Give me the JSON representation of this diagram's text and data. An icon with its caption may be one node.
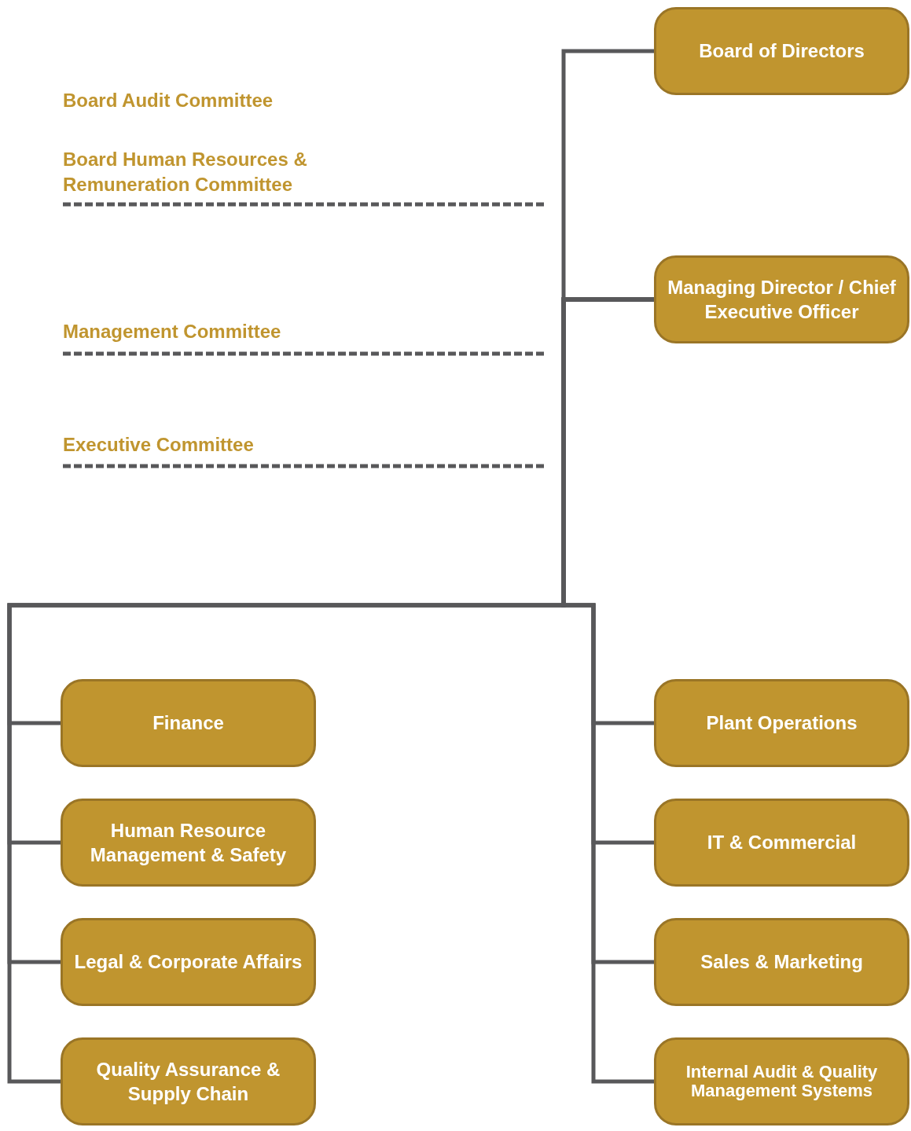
{
  "diagram": {
    "nodes": [
      {
        "text": [
          "Board of Directors"
        ]
      },
      {
        "text": [
          "Managing Director / Chief Executive Officer"
        ]
      },
      {
        "text": [
          "Finance"
        ]
      },
      {
        "text": [
          "Plant Operations"
        ]
      },
      {
        "text": [
          "Human Resource Management & Safety"
        ]
      },
      {
        "text": [
          "IT & Commercial"
        ]
      },
      {
        "text": [
          "Legal & Corporate Affairs"
        ]
      },
      {
        "text": [
          "Sales & Marketing"
        ]
      },
      {
        "text": [
          "Quality Assurance & Supply Chain"
        ]
      },
      {
        "text": [
          "Internal Audit & Quality Management Systems"
        ]
      }
    ],
    "edges": [
      {
        "from": 0,
        "to": 1,
        "arrow": "none"
      },
      {
        "from": 1,
        "to": 2,
        "arrow": "none"
      },
      {
        "from": 1,
        "to": 3,
        "arrow": "none"
      },
      {
        "from": 1,
        "to": 4,
        "arrow": "none"
      },
      {
        "from": 1,
        "to": 5,
        "arrow": "none"
      },
      {
        "from": 1,
        "to": 6,
        "arrow": "none"
      },
      {
        "from": 1,
        "to": 7,
        "arrow": "none"
      },
      {
        "from": 1,
        "to": 8,
        "arrow": "none"
      },
      {
        "from": 1,
        "to": 9,
        "arrow": "none"
      }
    ],
    "labels": [
      "Board Audit Committee",
      "Board Human Resources & Remuneration Committee",
      "Management Committee",
      "Executive Committee"
    ]
  }
}
